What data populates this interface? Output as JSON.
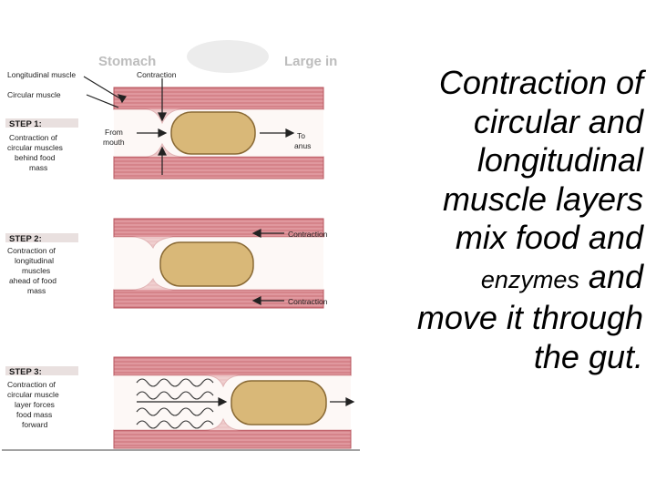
{
  "header_partial": {
    "left": "Stomach",
    "right": "Large in"
  },
  "labels": {
    "longitudinal_muscle": "Longitudinal muscle",
    "circular_muscle": "Circular muscle",
    "contraction_top": "Contraction",
    "from_mouth_1": "From",
    "from_mouth_2": "mouth",
    "to_anus_1": "To",
    "to_anus_2": "anus",
    "contraction_step2_upper": "Contraction",
    "contraction_step2_lower": "Contraction"
  },
  "steps": [
    {
      "head": "STEP 1:",
      "desc": [
        "Contraction of",
        "circular muscles",
        "behind food",
        "mass"
      ]
    },
    {
      "head": "STEP 2:",
      "desc": [
        "Contraction of",
        "longitudinal",
        "muscles",
        "ahead of food",
        "mass"
      ]
    },
    {
      "head": "STEP 3:",
      "desc": [
        "Contraction of",
        "circular muscle",
        "layer forces",
        "food mass",
        "forward"
      ]
    }
  ],
  "caption": {
    "line1": "Contraction of",
    "line2": "circular and",
    "line3": "longitudinal",
    "line4": "muscle layers",
    "line5": "mix food and",
    "line6a": "enzymes",
    "line6b": " and",
    "line7": "move it through",
    "line8": "the gut."
  },
  "colors": {
    "muscle": "#d9898f",
    "muscle_dark": "#b8555e",
    "lumen": "#fbf3f0",
    "food": "#d9b878",
    "food_border": "#8a6a35",
    "step_box": "#e9e0df"
  }
}
